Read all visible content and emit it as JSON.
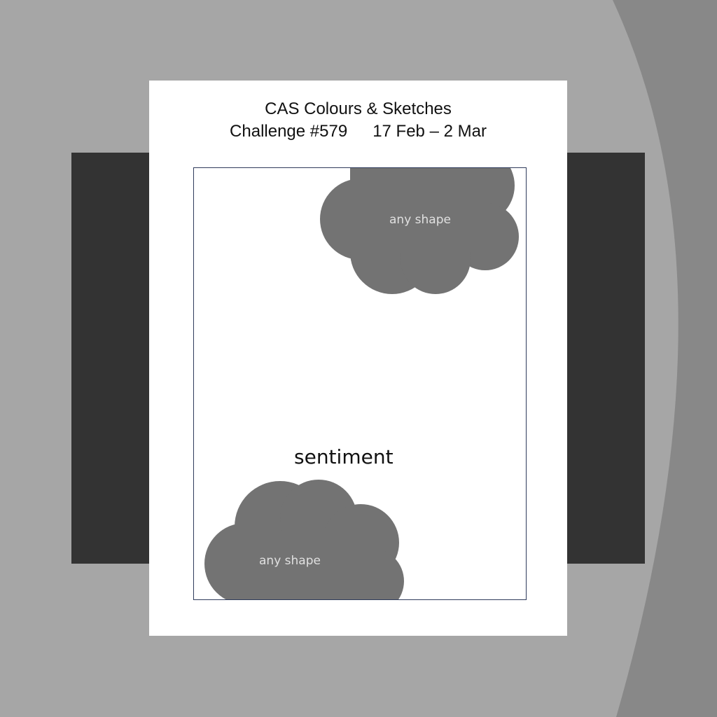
{
  "header": {
    "title": "CAS Colours & Sketches",
    "challenge": "Challenge #579",
    "dates": "17 Feb – 2 Mar"
  },
  "sketch": {
    "top_shape_label": "any shape",
    "bottom_shape_label": "any shape",
    "sentiment_label": "sentiment"
  },
  "colors": {
    "background": "#a6a6a6",
    "arc": "#888888",
    "band": "#333333",
    "shape": "#737373"
  }
}
